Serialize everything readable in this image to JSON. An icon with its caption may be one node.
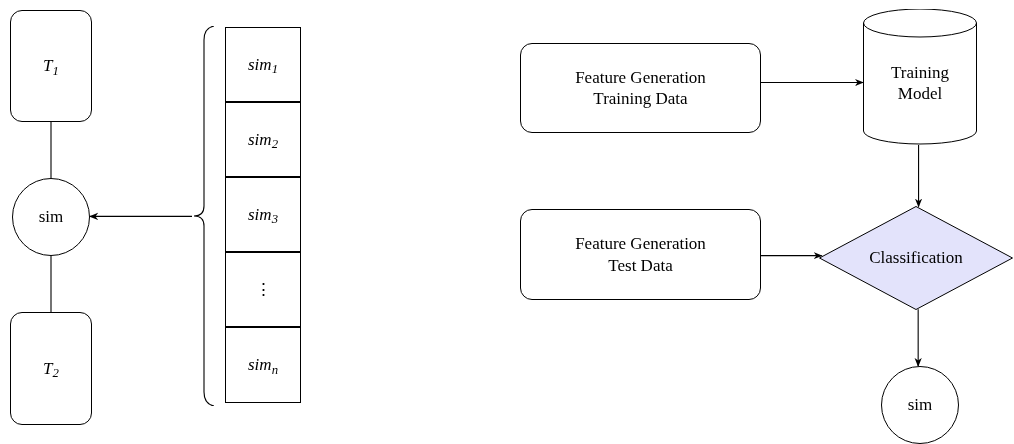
{
  "diagram": {
    "nodes": [
      {
        "text": [
          "T$_{1}$"
        ]
      },
      {
        "text": [
          "sim"
        ]
      },
      {
        "text": [
          "T$_{2}$"
        ]
      },
      {
        "text": [],
        "shape": "box"
      },
      {
        "text": [
          "sim$_{1}$"
        ],
        "in": 3
      },
      {
        "text": [
          "sim$_{2}$"
        ],
        "in": 3
      },
      {
        "text": [
          "sim$_{3}$"
        ],
        "in": 3
      },
      {
        "text": [
          "⋮"
        ],
        "in": 3
      },
      {
        "text": [
          "sim$_{n}$"
        ],
        "in": 3
      },
      {
        "text": [
          "Feature Generation Training Data"
        ]
      },
      {
        "text": [
          "Training Model"
        ]
      },
      {
        "text": [
          "Feature Generation Test Data"
        ]
      },
      {
        "text": [
          "Classification"
        ]
      },
      {
        "text": [
          "sim"
        ]
      }
    ],
    "edges": [
      {
        "from": 0,
        "to": 1,
        "arrow": "none"
      },
      {
        "from": 1,
        "to": 2,
        "arrow": "none"
      },
      {
        "from": 3,
        "to": 1,
        "arrow": "to"
      },
      {
        "from": 9,
        "to": 10,
        "arrow": "to"
      },
      {
        "from": 10,
        "to": 12,
        "arrow": "to"
      },
      {
        "from": 11,
        "to": 12,
        "arrow": "to"
      },
      {
        "from": 12,
        "to": 13,
        "arrow": "to"
      }
    ]
  }
}
